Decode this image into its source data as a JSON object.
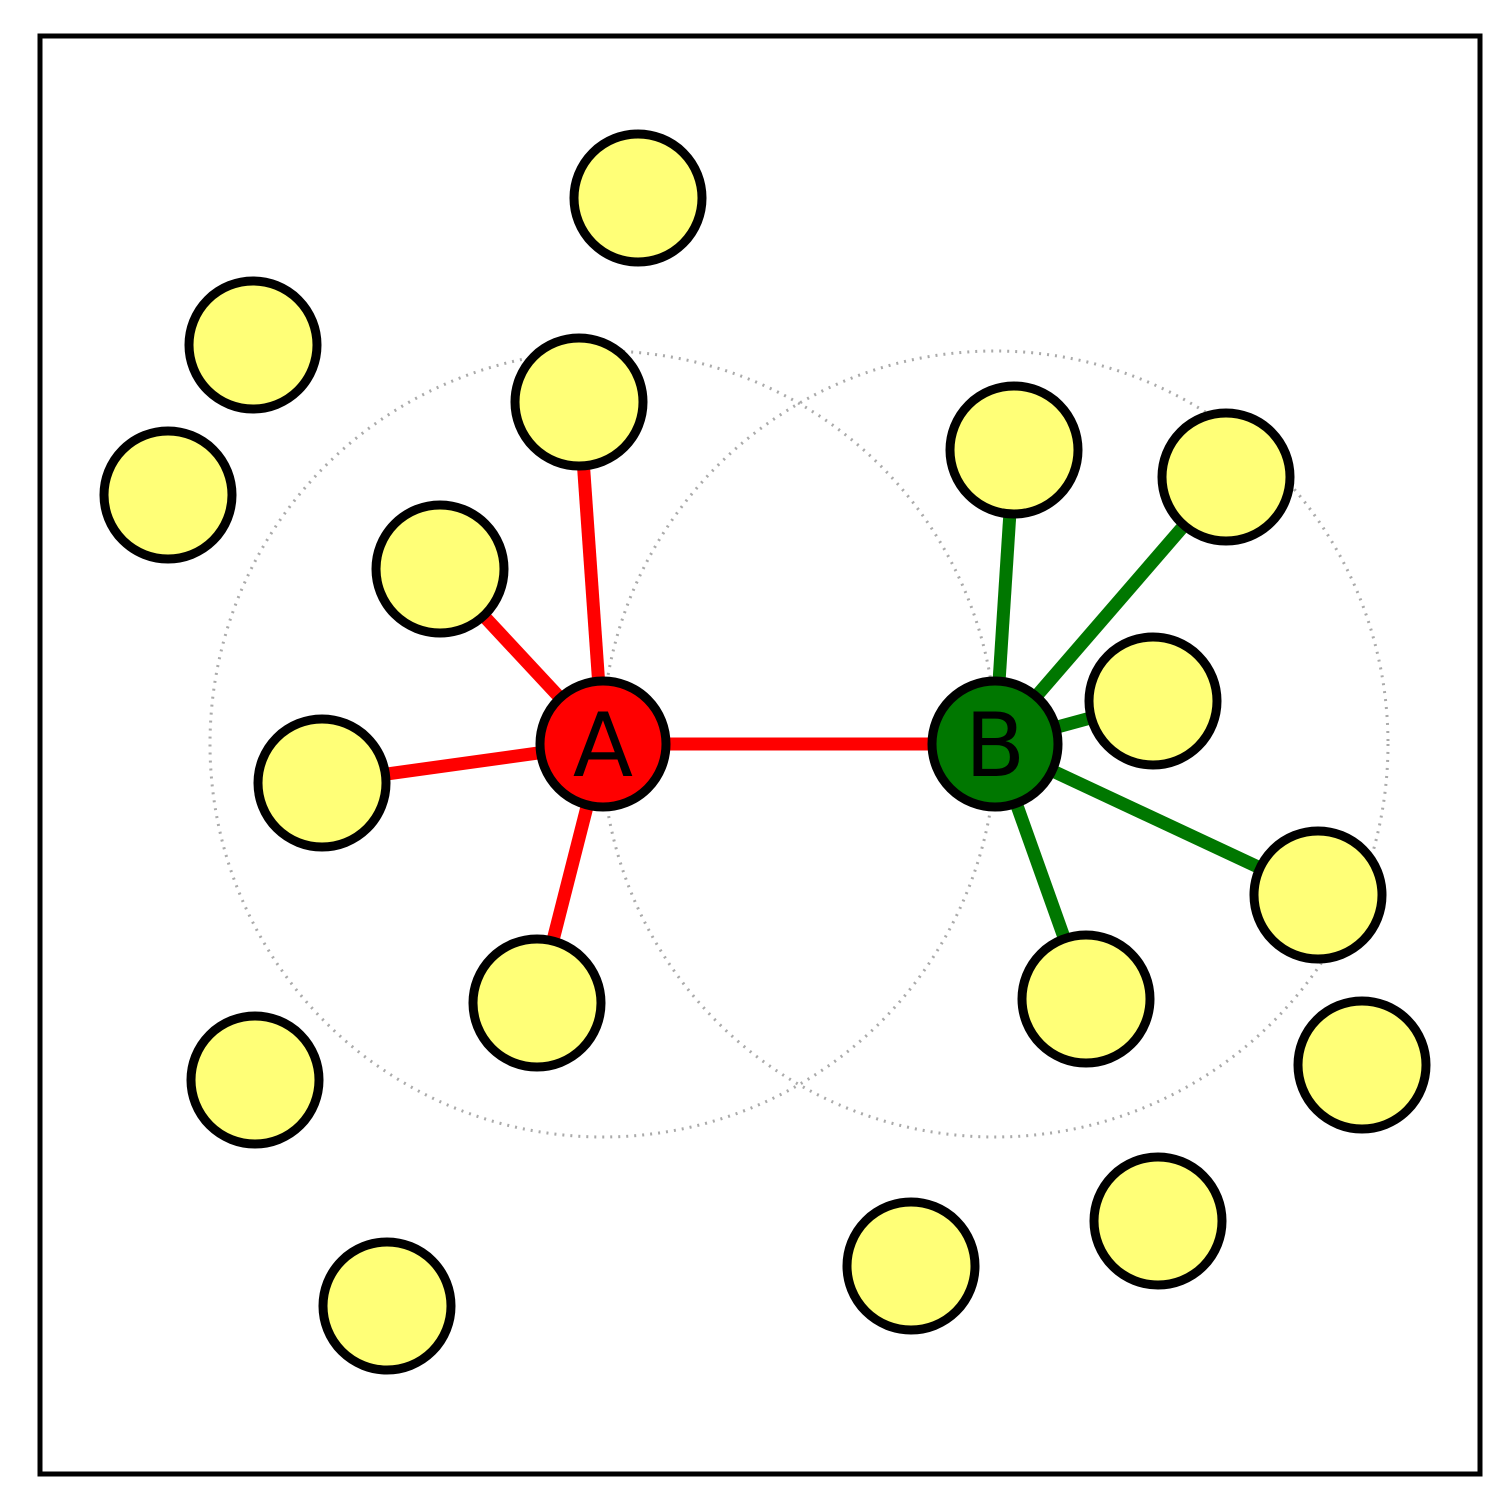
{
  "diagram": {
    "colors": {
      "background": "#ffffff",
      "frame": "#000000",
      "node_fill": "#ffff77",
      "node_stroke": "#000000",
      "node_a_fill": "#ff0000",
      "node_b_fill": "#007700",
      "edge_a": "#ff0000",
      "edge_b": "#007700",
      "range_circle": "#aaaaaa"
    },
    "hub_a": {
      "label": "A"
    },
    "hub_b": {
      "label": "B"
    },
    "nodes": [
      {
        "id": "a1",
        "connects_to": "A"
      },
      {
        "id": "a2",
        "connects_to": "A"
      },
      {
        "id": "a3",
        "connects_to": "A"
      },
      {
        "id": "a4",
        "connects_to": "A"
      },
      {
        "id": "b1",
        "connects_to": "B"
      },
      {
        "id": "b2",
        "connects_to": "B"
      },
      {
        "id": "b3",
        "connects_to": "B"
      },
      {
        "id": "b4",
        "connects_to": "B"
      },
      {
        "id": "b5",
        "connects_to": "B"
      },
      {
        "id": "u1",
        "connects_to": null
      },
      {
        "id": "u2",
        "connects_to": null
      },
      {
        "id": "u3",
        "connects_to": null
      },
      {
        "id": "u4",
        "connects_to": null
      },
      {
        "id": "u5",
        "connects_to": null
      },
      {
        "id": "u6",
        "connects_to": null
      },
      {
        "id": "u7",
        "connects_to": null
      },
      {
        "id": "u8",
        "connects_to": null
      }
    ],
    "hub_edge": {
      "from": "A",
      "to": "B"
    }
  }
}
